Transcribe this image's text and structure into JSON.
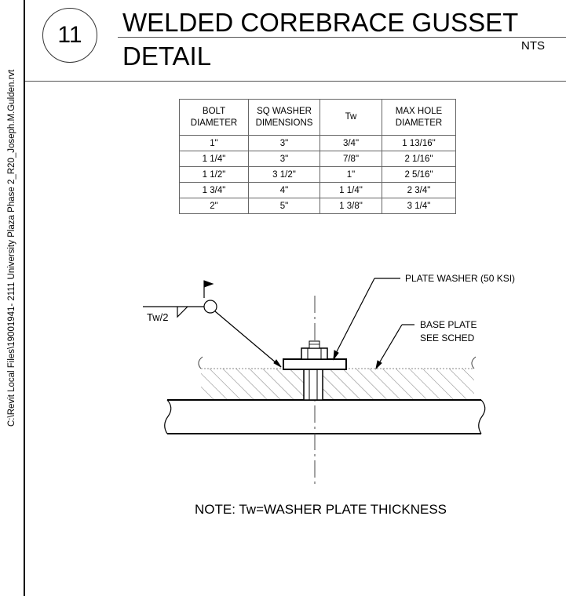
{
  "sheet": {
    "file_path": "C:\\Revit Local Files\\19001941- 2111 University Plaza Phase 2_R20_Joseph.M.Gulden.rvt",
    "detail_number": "11",
    "title_line1": "WELDED COREBRACE GUSSET",
    "title_line2": "DETAIL",
    "scale": "NTS"
  },
  "schedule": {
    "headers": [
      [
        "BOLT",
        "DIAMETER"
      ],
      [
        "SQ WASHER",
        "DIMENSIONS"
      ],
      [
        "Tw"
      ],
      [
        "MAX HOLE",
        "DIAMETER"
      ]
    ],
    "rows": [
      [
        "1\"",
        "3\"",
        "3/4\"",
        "1 13/16\""
      ],
      [
        "1 1/4\"",
        "3\"",
        "7/8\"",
        "2 1/16\""
      ],
      [
        "1 1/2\"",
        "3 1/2\"",
        "1\"",
        "2 5/16\""
      ],
      [
        "1 3/4\"",
        "4\"",
        "1 1/4\"",
        "2 3/4\""
      ],
      [
        "2\"",
        "5\"",
        "1 3/8\"",
        "3 1/4\""
      ]
    ]
  },
  "labels": {
    "plate_washer": "PLATE WASHER (50 KSI)",
    "base_plate_1": "BASE PLATE",
    "base_plate_2": "SEE SCHED",
    "weld_size": "Tw/2"
  },
  "note": "NOTE: Tw=WASHER PLATE THICKNESS"
}
